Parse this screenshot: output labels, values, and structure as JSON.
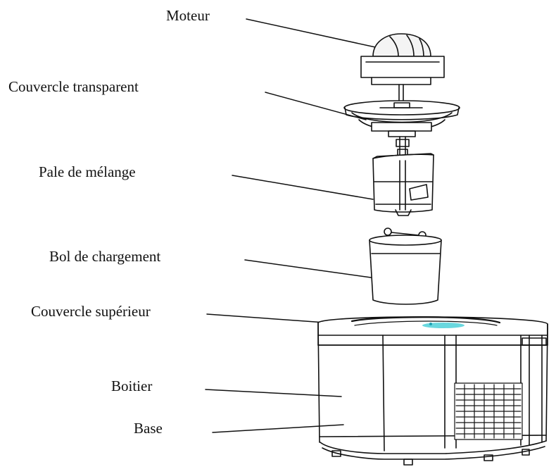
{
  "labels": {
    "moteur": "Moteur",
    "couvercle_transparent": "Couvercle transparent",
    "pale": "Pale de mélange",
    "bol": "Bol de chargement",
    "couvercle_superieur": "Couvercle supérieur",
    "boitier": "Boitier",
    "base": "Base"
  },
  "colors": {
    "line": "#111111",
    "accent": "#4fd0d8"
  }
}
